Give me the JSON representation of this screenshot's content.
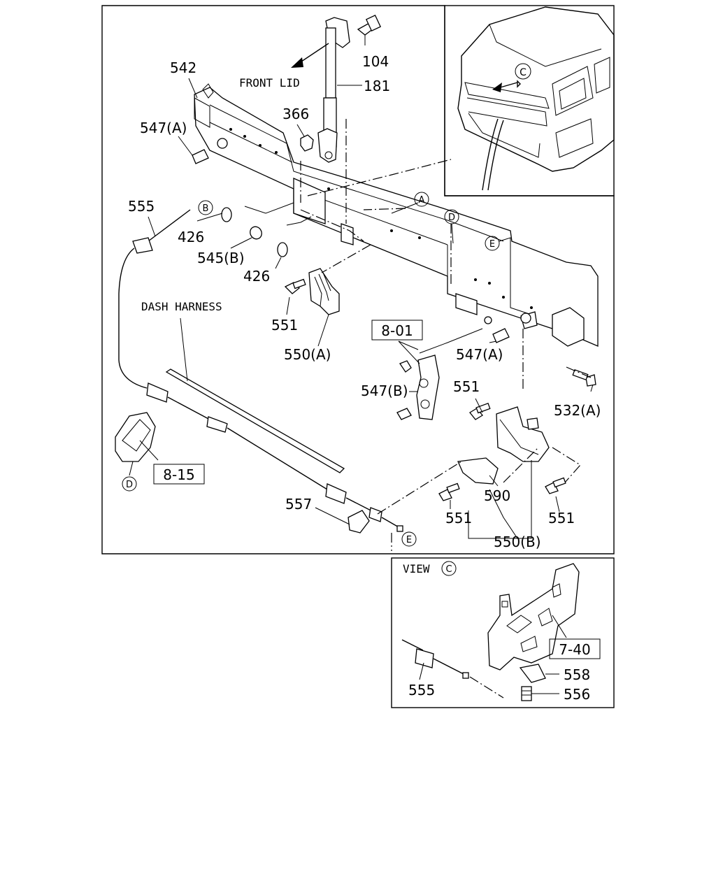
{
  "callouts": {
    "c104": "104",
    "c181": "181",
    "c542": "542",
    "c366": "366",
    "c547a_1": "547(A)",
    "c555": "555",
    "c426_1": "426",
    "c545b": "545(B)",
    "c426_2": "426",
    "c551_1": "551",
    "c550a": "550(A)",
    "c547a_2": "547(A)",
    "c547b": "547(B)",
    "c551_2": "551",
    "c532a": "532(A)",
    "c557": "557",
    "c590": "590",
    "c551_3": "551",
    "c551_4": "551",
    "c550b": "550(B)",
    "c555_view": "555",
    "c558": "558",
    "c556": "556"
  },
  "labels": {
    "front_lid": "FRONT LID",
    "dash_harness": "DASH HARNESS",
    "view": "VIEW"
  },
  "refs": {
    "r801": "8-01",
    "r815": "8-15",
    "r740": "7-40"
  },
  "circles": {
    "A": "A",
    "B": "B",
    "C_cab": "C",
    "C_view": "C",
    "D_top": "D",
    "D_bottom": "D",
    "E_top": "E",
    "E_bottom": "E"
  }
}
